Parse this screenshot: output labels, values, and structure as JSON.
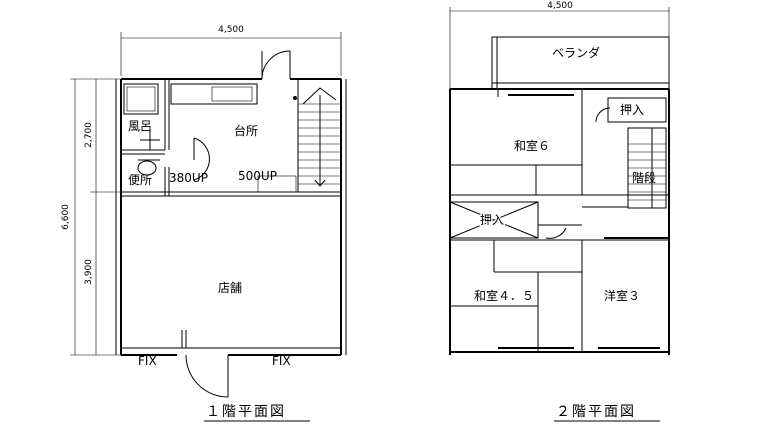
{
  "floor1": {
    "title": "１階平面図",
    "dim_width": "4,500",
    "dim_total_height": "6,600",
    "dim_upper": "2,700",
    "dim_lower": "3,900",
    "rooms": {
      "bath": "風呂",
      "kitchen": "台所",
      "toilet": "便所",
      "up_380": "380UP",
      "up_500": "500UP",
      "shop": "店舗",
      "fix_left": "FIX",
      "fix_right": "FIX"
    }
  },
  "floor2": {
    "title": "２階平面図",
    "dim_width": "4,500",
    "rooms": {
      "veranda": "ベランダ",
      "washitsu6": "和室６",
      "oshiire_top": "押入",
      "stairs": "階段",
      "oshiire_mid": "押入",
      "washitsu45": "和室４．５",
      "youshitsu3": "洋室３"
    }
  }
}
